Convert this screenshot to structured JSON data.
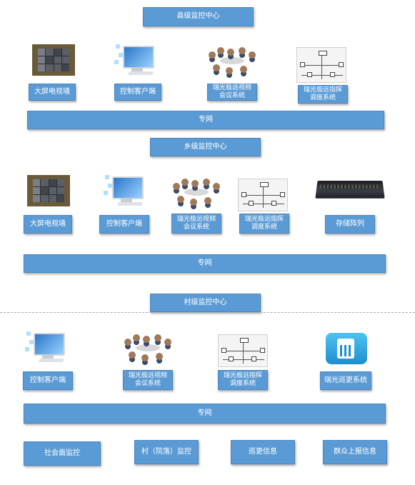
{
  "county": {
    "title": "县级监控中心",
    "items": [
      "大屏电视墙",
      "控制客户端",
      "瑞光极远视频\n会议系统",
      "瑞光极远指挥\n调度系统"
    ],
    "network": "专网"
  },
  "township": {
    "title": "乡级监控中心",
    "items": [
      "大屏电视墙",
      "控制客户端",
      "瑞光极远视频\n会议系统",
      "瑞光极远指挥\n调度系统",
      "存储阵列"
    ],
    "network": "专网"
  },
  "village": {
    "title": "村级监控中心",
    "items": [
      "控制客户端",
      "瑞光极远视频\n会议系统",
      "瑞光极远指挥\n调度系统",
      "瑞光巡更系统"
    ],
    "network": "专网",
    "sources": [
      "社会面监控",
      "村（院落）监控",
      "巡更信息",
      "群众上报信息"
    ]
  },
  "colors": {
    "box": "#5b9bd5",
    "box_text": "#ffffff",
    "divider": "#aaaaaa"
  },
  "icons": [
    "video-wall-icon",
    "monitor-icon",
    "meeting-icon",
    "dispatch-diagram-icon",
    "server-icon",
    "phone-icon"
  ]
}
